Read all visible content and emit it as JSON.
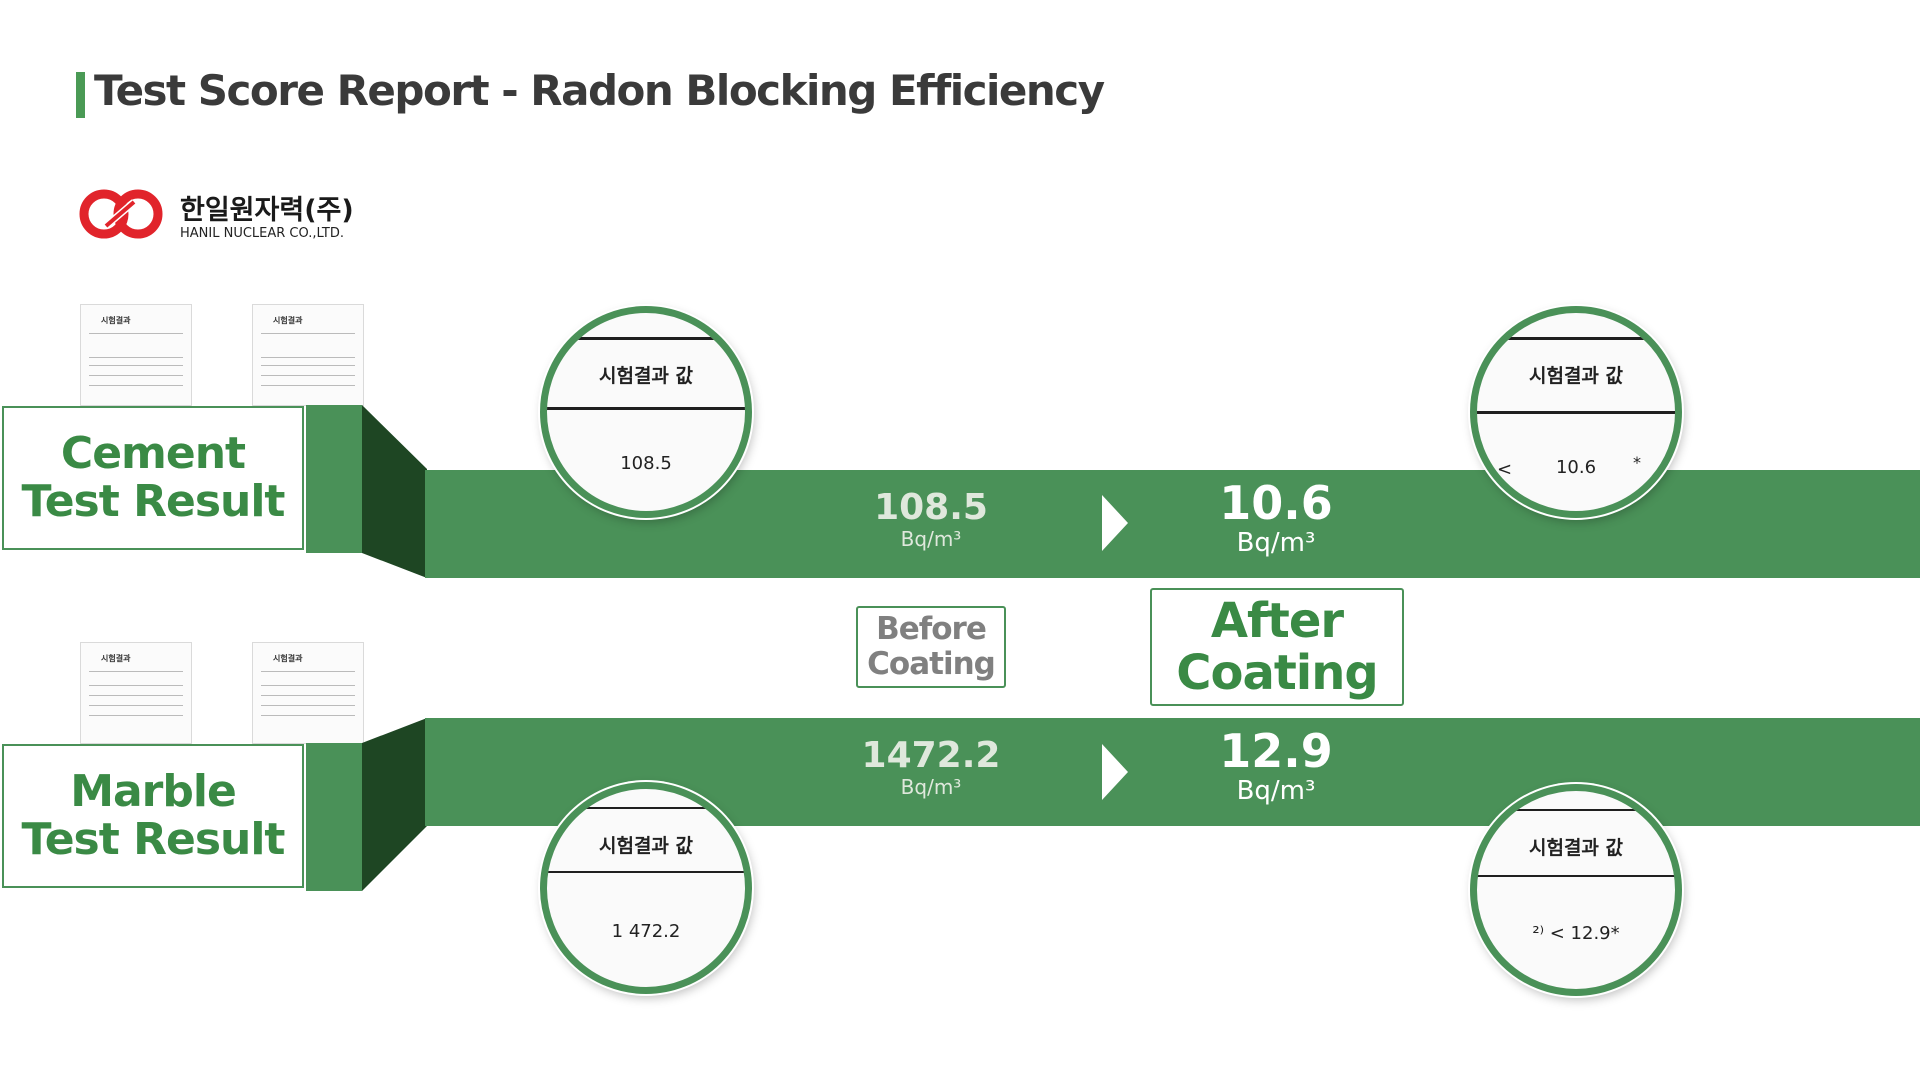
{
  "page": {
    "title": "Test Score Report - Radon Blocking Efficiency",
    "accent_color": "#4a9158"
  },
  "company": {
    "name_ko": "한일원자력(주)",
    "name_en": "HANIL NUCLEAR CO.,LTD.",
    "logo_icon": "hanil-logo-icon"
  },
  "documents": {
    "cement": [
      {
        "heading": "시험결과"
      },
      {
        "heading": "시험결과"
      }
    ],
    "marble": [
      {
        "heading": "시험결과"
      },
      {
        "heading": "시험결과"
      }
    ]
  },
  "stages": {
    "before": {
      "line1": "Before",
      "line2": "Coating"
    },
    "after": {
      "line1": "After",
      "line2": "Coating"
    }
  },
  "results": {
    "cement": {
      "label_line1": "Cement",
      "label_line2": "Test Result",
      "before_value": "108.5",
      "before_unit": "Bq/m³",
      "after_value": "10.6",
      "after_unit": "Bq/m³",
      "before_zoom": {
        "heading": "시험결과 값",
        "value": "108.5"
      },
      "after_zoom": {
        "heading": "시험결과 값",
        "prefix": "<",
        "value": "10.6",
        "suffix": "*"
      }
    },
    "marble": {
      "label_line1": "Marble",
      "label_line2": "Test Result",
      "before_value": "1472.2",
      "before_unit": "Bq/m³",
      "after_value": "12.9",
      "after_unit": "Bq/m³",
      "before_zoom": {
        "heading": "시험결과 값",
        "value": "1  472.2"
      },
      "after_zoom": {
        "heading": "시험결과 값",
        "value": "²⁾  <  12.9*"
      }
    }
  }
}
